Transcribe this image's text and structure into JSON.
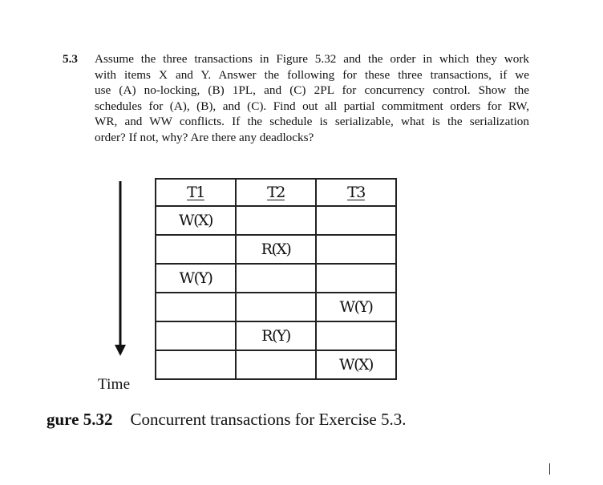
{
  "exercise": {
    "number": "5.3",
    "lines": [
      "Assume the three transactions in Figure 5.32 and the order in which they work",
      "with items X and Y. Answer the following for these three transactions, if we",
      "use (A) no-locking, (B) 1PL, and (C) 2PL for concurrency control. Show the",
      "schedules for (A), (B), and (C). Find out all partial commitment orders for RW,",
      "WR, and WW conflicts. If the schedule is serializable, what is the serialization",
      "order? If not, why? Are there any deadlocks?"
    ]
  },
  "figure": {
    "time_label": "Time",
    "headers": [
      "T1",
      "T2",
      "T3"
    ],
    "rows": [
      [
        "W(X)",
        "",
        ""
      ],
      [
        "",
        "R(X)",
        ""
      ],
      [
        "W(Y)",
        "",
        ""
      ],
      [
        "",
        "",
        "W(Y)"
      ],
      [
        "",
        "R(Y)",
        ""
      ],
      [
        "",
        "",
        "W(X)"
      ]
    ]
  },
  "caption": {
    "label": "gure 5.32",
    "text": "Concurrent transactions for Exercise 5.3."
  }
}
